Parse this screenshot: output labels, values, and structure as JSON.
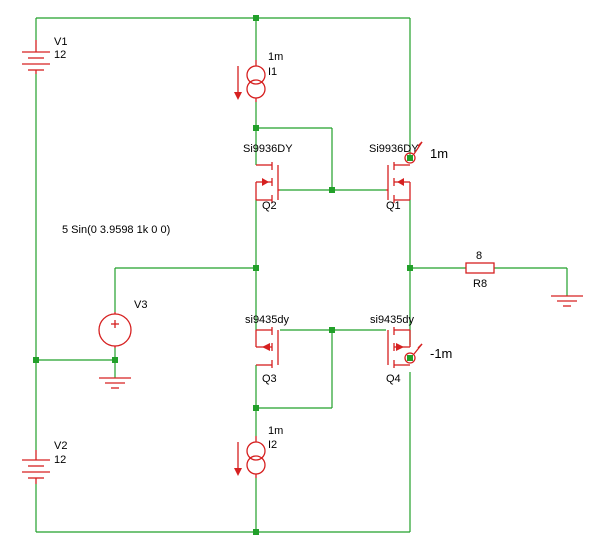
{
  "components": {
    "v1": {
      "name": "V1",
      "value": "12"
    },
    "v2": {
      "name": "V2",
      "value": "12"
    },
    "v3": {
      "name": "V3",
      "value": "5 Sin(0 3.9598 1k 0 0)"
    },
    "i1": {
      "name": "I1",
      "value": "1m"
    },
    "i2": {
      "name": "I2",
      "value": "1m"
    },
    "q1": {
      "name": "Q1",
      "model": "Si9936DY"
    },
    "q2": {
      "name": "Q2",
      "model": "Si9936DY"
    },
    "q3": {
      "name": "Q3",
      "model": "si9435dy"
    },
    "q4": {
      "name": "Q4",
      "model": "si9435dy"
    },
    "r8": {
      "name": "R8",
      "value": "8"
    }
  },
  "probes": {
    "top": "1m",
    "bottom": "-1m"
  },
  "colors": {
    "wire": "#22a02a",
    "component": "#d62020",
    "text": "#000000",
    "background": "#ffffff"
  }
}
